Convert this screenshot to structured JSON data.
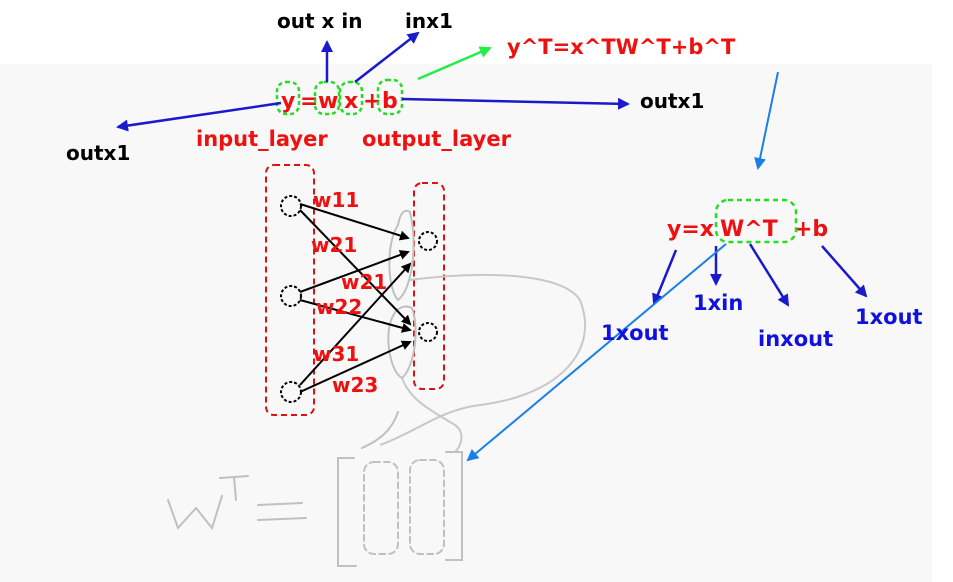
{
  "colors": {
    "black": "#000000",
    "red": "#ee1111",
    "blue": "#1111dd",
    "green_dashed": "#22dd22",
    "blue_arrow": "#1a1acc",
    "light_blue_arrow": "#1a7fe8",
    "green_arrow": "#22ee44",
    "red_dashed": "#dd1111",
    "gray_sketch": "#c0c0c0",
    "panel_bg": "#f8f8f8"
  },
  "labels": {
    "out_x_in": "out x in",
    "inx1": "inx1",
    "transpose_eq": "y^T=x^TW^T+b^T",
    "outx1_right": "outx1",
    "outx1_left": "outx1",
    "eq1_y": "y",
    "eq1_eq": "=",
    "eq1_w": "w",
    "eq1_x": "x",
    "eq1_plus": "+",
    "eq1_b": "b",
    "input_layer": "input_layer",
    "output_layer": "output_layer",
    "w11": "w11",
    "w21a": "w21",
    "w21b": "w21",
    "w22": "w22",
    "w31": "w31",
    "w23": "w23",
    "eq2_yx": "y=x",
    "eq2_wt": "W^T",
    "eq2_b": "+b",
    "dim_1xout_a": "1xout",
    "dim_1xin": "1xin",
    "dim_inxout": "inxout",
    "dim_1xout_b": "1xout"
  }
}
